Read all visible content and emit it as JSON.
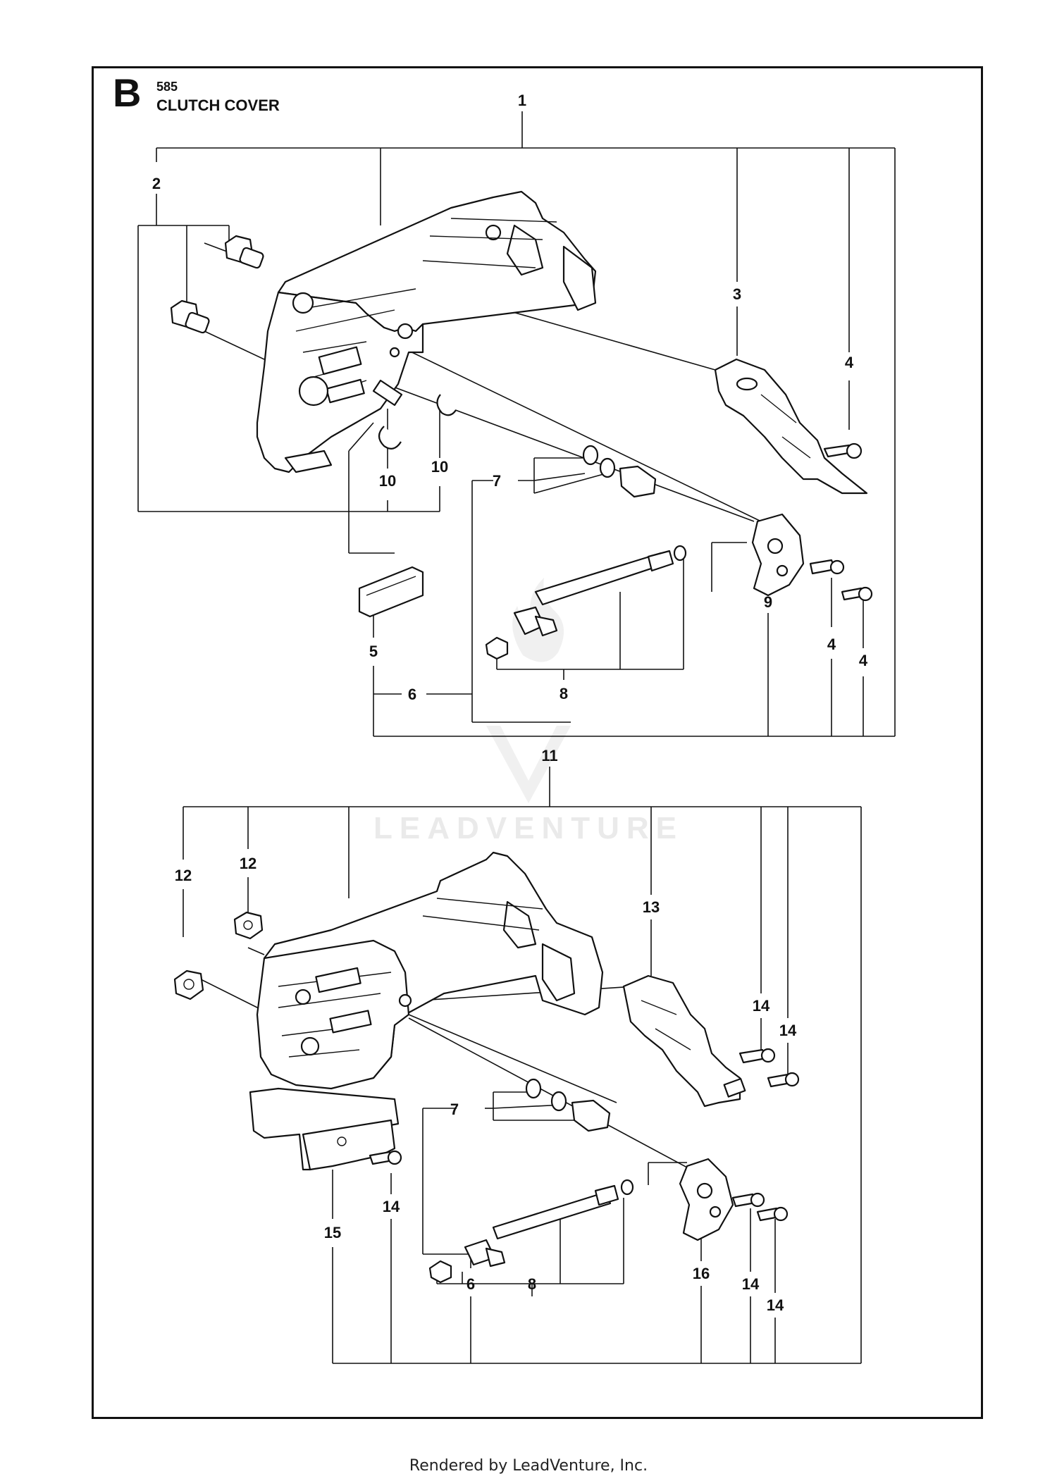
{
  "header": {
    "section_letter": "B",
    "model_number": "585",
    "title": "CLUTCH COVER"
  },
  "watermark": {
    "text": "LEADVENTURE",
    "color": "#d9d9d9"
  },
  "callouts": {
    "c1": "1",
    "c2": "2",
    "c3": "3",
    "c4a": "4",
    "c4b": "4",
    "c4c": "4",
    "c5": "5",
    "c6a": "6",
    "c7a": "7",
    "c8a": "8",
    "c9": "9",
    "c10a": "10",
    "c10b": "10",
    "c11": "11",
    "c12a": "12",
    "c12b": "12",
    "c13": "13",
    "c14a": "14",
    "c14b": "14",
    "c14c": "14",
    "c14d": "14",
    "c14e": "14",
    "c15": "15",
    "c16": "16",
    "c7b": "7",
    "c8b": "8",
    "c6b": "6"
  },
  "footer": {
    "text": "Rendered by LeadVenture, Inc."
  }
}
